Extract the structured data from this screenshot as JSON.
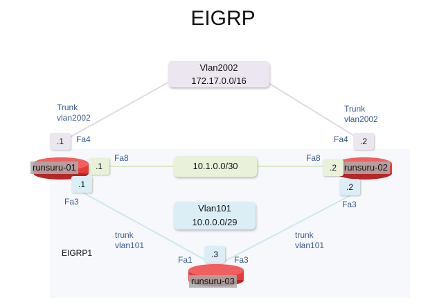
{
  "title": "EIGRP",
  "area_label": "EIGRP1",
  "networks": {
    "vlan2002": {
      "name": "Vlan2002",
      "subnet": "172.17.0.0/16"
    },
    "p2p": {
      "subnet": "10.1.0.0/30"
    },
    "vlan101": {
      "name": "Vlan101",
      "subnet": "10.0.0.0/29"
    }
  },
  "routers": {
    "r1": {
      "name": "runsuru-01"
    },
    "r2": {
      "name": "runsuru-02"
    },
    "r3": {
      "name": "runsuru-03"
    }
  },
  "links": {
    "trunk_left": {
      "line1": "Trunk",
      "line2": "vlan2002"
    },
    "trunk_right": {
      "line1": "Trunk",
      "line2": "vlan2002"
    },
    "trunk101_left": {
      "line1": "trunk",
      "line2": "vlan101"
    },
    "trunk101_right": {
      "line1": "trunk",
      "line2": "vlan101"
    }
  },
  "interfaces": {
    "r1_fa4": {
      "port": "Fa4",
      "ip": ".1"
    },
    "r1_fa8": {
      "port": "Fa8",
      "ip": ".1"
    },
    "r1_fa3": {
      "port": "Fa3",
      "ip": ".1"
    },
    "r2_fa4": {
      "port": "Fa4",
      "ip": ".2"
    },
    "r2_fa8": {
      "port": "Fa8",
      "ip": ".2"
    },
    "r2_fa3": {
      "port": "Fa3",
      "ip": ".2"
    },
    "r3_fa1": {
      "port": "Fa1"
    },
    "r3_fa3": {
      "port": "Fa3"
    },
    "r3_ip": {
      "ip": ".3"
    }
  },
  "colors": {
    "router_red": "#e83a3a",
    "link_purple": "#e3d8e6",
    "link_green": "#dbe8c6",
    "link_blue": "#cfe7ef"
  }
}
